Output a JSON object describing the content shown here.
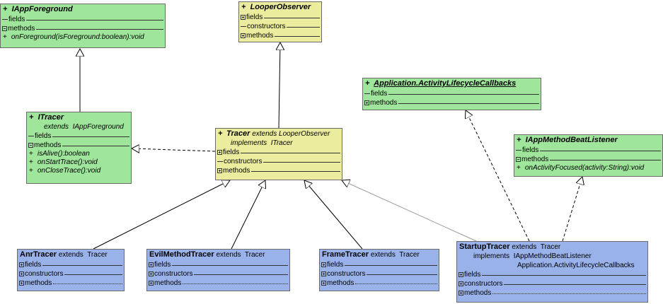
{
  "sections": {
    "fields": "fields",
    "constructors": "constructors",
    "methods": "methods"
  },
  "nodes": {
    "iappforeground": {
      "vis": "+",
      "name": "IAppForeground",
      "methods": [
        {
          "vis": "+",
          "sig": "onForeground(isForeground:boolean):void"
        }
      ]
    },
    "looperobserver": {
      "vis": "+",
      "name": "LooperObserver"
    },
    "itracer": {
      "vis": "+",
      "name": "ITracer",
      "extends_kw": "extends",
      "extends_name": "IAppForeground",
      "methods": [
        {
          "vis": "+",
          "sig": "isAlive():boolean"
        },
        {
          "vis": "+",
          "sig": "onStartTrace():void"
        },
        {
          "vis": "+",
          "sig": "onCloseTrace():void"
        }
      ]
    },
    "tracer": {
      "vis": "+",
      "name": "Tracer",
      "extends_kw": "extends",
      "extends_name": "LooperObserver",
      "implements_kw": "implements",
      "implements_name": "ITracer"
    },
    "activitylifecyclecallbacks": {
      "vis": "+",
      "name": "Application.ActivityLifecycleCallbacks"
    },
    "iappmethodbeatlistener": {
      "vis": "+",
      "name": "IAppMethodBeatListener",
      "methods": [
        {
          "vis": "+",
          "sig": "onActivityFocused(activity:String):void"
        }
      ]
    },
    "anrtracer": {
      "name": "AnrTracer",
      "extends_kw": "extends",
      "extends_name": "Tracer"
    },
    "evilmethodtracer": {
      "name": "EvilMethodTracer",
      "extends_kw": "extends",
      "extends_name": "Tracer"
    },
    "frametracer": {
      "name": "FrameTracer",
      "extends_kw": "extends",
      "extends_name": "Tracer"
    },
    "startuptracer": {
      "name": "StartupTracer",
      "extends_kw": "extends",
      "extends_name": "Tracer",
      "implements_kw": "implements",
      "implements_1": "IAppMethodBeatListener",
      "implements_2": "Application.ActivityLifecycleCallbacks"
    }
  },
  "colors": {
    "interface": "#9fe59c",
    "abstract": "#ecec9e",
    "class": "#9ab2ea",
    "border": "#6b6b6b"
  }
}
